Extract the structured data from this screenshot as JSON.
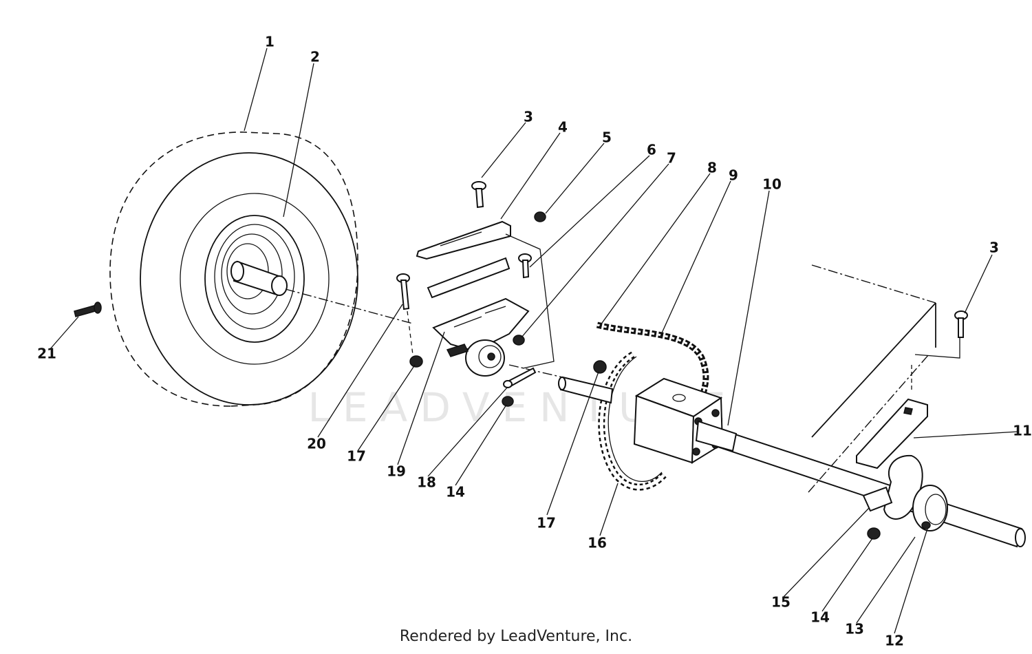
{
  "watermark": "LEADVENTURE",
  "footer": "Rendered by LeadVenture, Inc.",
  "callouts": [
    {
      "id": "c1",
      "label": "1"
    },
    {
      "id": "c2",
      "label": "2"
    },
    {
      "id": "c3a",
      "label": "3"
    },
    {
      "id": "c4",
      "label": "4"
    },
    {
      "id": "c5",
      "label": "5"
    },
    {
      "id": "c6",
      "label": "6"
    },
    {
      "id": "c7",
      "label": "7"
    },
    {
      "id": "c8",
      "label": "8"
    },
    {
      "id": "c9",
      "label": "9"
    },
    {
      "id": "c10",
      "label": "10"
    },
    {
      "id": "c3b",
      "label": "3"
    },
    {
      "id": "c11",
      "label": "11"
    },
    {
      "id": "c21",
      "label": "21"
    },
    {
      "id": "c20",
      "label": "20"
    },
    {
      "id": "c17a",
      "label": "17"
    },
    {
      "id": "c19",
      "label": "19"
    },
    {
      "id": "c18",
      "label": "18"
    },
    {
      "id": "c14a",
      "label": "14"
    },
    {
      "id": "c17b",
      "label": "17"
    },
    {
      "id": "c16",
      "label": "16"
    },
    {
      "id": "c15",
      "label": "15"
    },
    {
      "id": "c14b",
      "label": "14"
    },
    {
      "id": "c13",
      "label": "13"
    },
    {
      "id": "c12",
      "label": "12"
    }
  ]
}
